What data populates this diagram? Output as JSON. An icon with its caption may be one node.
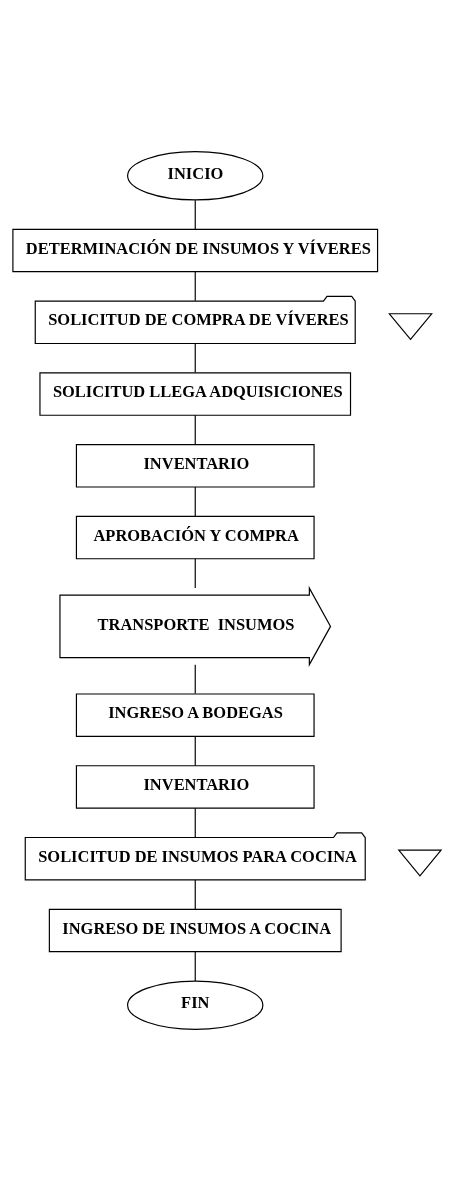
{
  "diagram": {
    "nodes": [
      {
        "text": [
          "INICIO"
        ]
      },
      {
        "text": [
          "DETERMINACIÓN DE INSUMOS Y VÍVERES"
        ]
      },
      {
        "text": [
          "SOLICITUD DE COMPRA DE VÍVERES"
        ]
      },
      {
        "text": [],
        "shape": "triangle"
      },
      {
        "text": [
          "SOLICITUD LLEGA ADQUISICIONES"
        ]
      },
      {
        "text": [
          "INVENTARIO"
        ]
      },
      {
        "text": [
          "APROBACIÓN Y COMPRA"
        ]
      },
      {
        "text": [
          "TRANSPORTE  INSUMOS"
        ]
      },
      {
        "text": [
          "INGRESO A BODEGAS"
        ]
      },
      {
        "text": [
          "INVENTARIO"
        ]
      },
      {
        "text": [
          "SOLICITUD DE INSUMOS PARA COCINA"
        ]
      },
      {
        "text": [],
        "shape": "triangle"
      },
      {
        "text": [
          "INGRESO DE INSUMOS A COCINA"
        ]
      },
      {
        "text": [
          "FIN"
        ]
      }
    ],
    "edges": [
      {
        "from": 0,
        "to": 1,
        "arrow": "none"
      },
      {
        "from": 1,
        "to": 2,
        "arrow": "none"
      },
      {
        "from": 2,
        "to": 4,
        "arrow": "none"
      },
      {
        "from": 4,
        "to": 5,
        "arrow": "none"
      },
      {
        "from": 5,
        "to": 6,
        "arrow": "none"
      },
      {
        "from": 6,
        "to": 7,
        "arrow": "none"
      },
      {
        "from": 7,
        "to": 8,
        "arrow": "none"
      },
      {
        "from": 8,
        "to": 9,
        "arrow": "none"
      },
      {
        "from": 9,
        "to": 10,
        "arrow": "none"
      },
      {
        "from": 10,
        "to": 12,
        "arrow": "none"
      },
      {
        "from": 12,
        "to": 13,
        "arrow": "none"
      }
    ]
  }
}
